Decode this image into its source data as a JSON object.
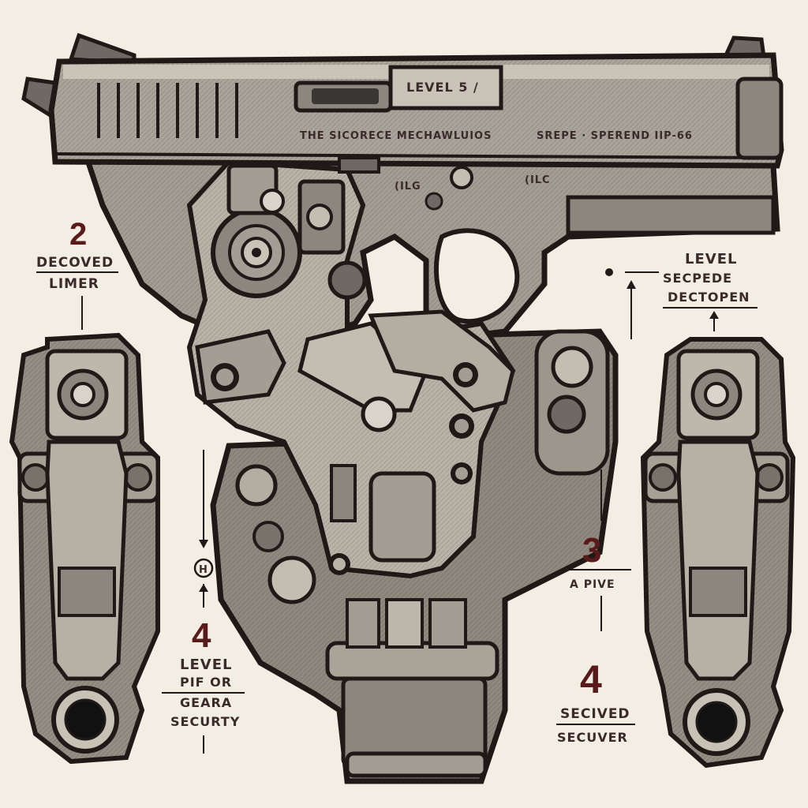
{
  "slide": {
    "level_badge": "LEVEL 5 /",
    "engraving_left": "THE SICORECE MECHAWLUIOS",
    "engraving_right": "SREPE · SPEREND IIP-66",
    "mark_a": "(ILG",
    "mark_b": "(ILC"
  },
  "callouts": {
    "c2": {
      "number": "2",
      "line1": "DECOVED",
      "line2": "LIMER"
    },
    "c_top_right": {
      "line1": "LEVEL",
      "line2": "SECPEDE",
      "line3": "DECTOPEN"
    },
    "c_h": {
      "glyph": "H"
    },
    "c4_left": {
      "number": "4",
      "line1": "LEVEL",
      "line2": "PIF OR",
      "line3": "GEARA",
      "line4": "SECURTY"
    },
    "c3": {
      "number": "3",
      "line1": "A PIVE"
    },
    "c4_right": {
      "number": "4",
      "line1": "SECIVED",
      "line2": "SECUVER"
    }
  },
  "colors": {
    "background": "#f3eee3",
    "metal": "#a39d93",
    "metal_light": "#c9c3b8",
    "metal_dark": "#6e6a63",
    "outline": "#1f1a17",
    "accent_text": "#5a1a1a"
  }
}
